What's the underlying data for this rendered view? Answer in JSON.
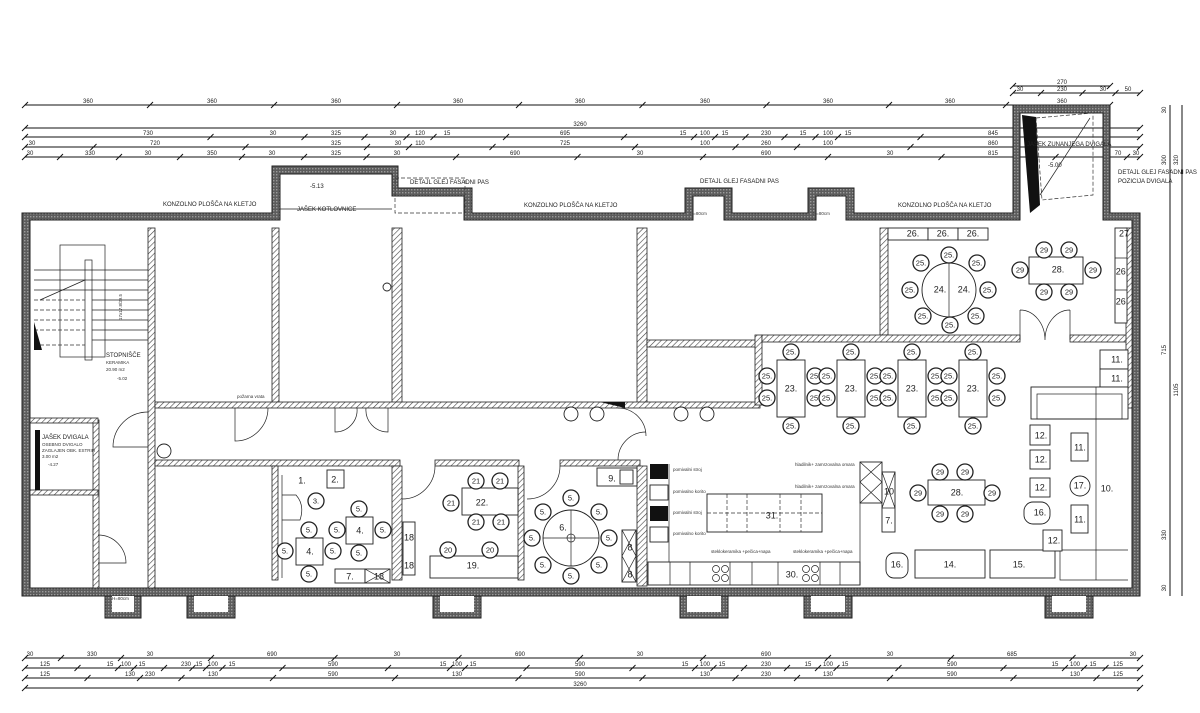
{
  "dimensions": {
    "top_shaft_1": [
      "270"
    ],
    "top_shaft_2": [
      "30",
      "230",
      "30",
      "50"
    ],
    "top_row_1": [
      "360",
      "360",
      "360",
      "360",
      "360",
      "360",
      "360",
      "360",
      "360"
    ],
    "top_row_2": [
      "3260"
    ],
    "top_row_3": [
      "730",
      "30",
      "325",
      "30",
      "120",
      "15",
      "695",
      "15",
      "100",
      "15",
      "230",
      "15",
      "100",
      "15",
      "845"
    ],
    "top_row_4": [
      "30",
      "720",
      "325",
      "30",
      "110",
      "725",
      "100",
      "260",
      "100",
      "860"
    ],
    "top_row_5": [
      "30",
      "330",
      "30",
      "350",
      "30",
      "325",
      "30",
      "690",
      "30",
      "690",
      "30",
      "815",
      "70",
      "30"
    ],
    "bottom_row_1": [
      "30",
      "330",
      "30",
      "690",
      "30",
      "690",
      "30",
      "690",
      "30",
      "685",
      "30"
    ],
    "bottom_row_2": [
      "125",
      "15",
      "100",
      "15",
      "230",
      "15",
      "100",
      "15",
      "590",
      "15",
      "100",
      "15",
      "590",
      "15",
      "100",
      "15",
      "230",
      "15",
      "100",
      "15",
      "590",
      "15",
      "100",
      "15",
      "125"
    ],
    "bottom_row_3": [
      "125",
      "130",
      "230",
      "130",
      "590",
      "130",
      "590",
      "130",
      "230",
      "130",
      "590",
      "130",
      "125"
    ],
    "bottom_row_4": [
      "3260"
    ],
    "right": [
      "30",
      "300",
      "320",
      "715",
      "1105",
      "330",
      "30"
    ]
  },
  "annotations": {
    "cantilever_slab": "KONZOLNO PLOŠČA NA KLETJO",
    "boiler_shaft": "JAŠEK KOTLOVNICE",
    "facade_detail": "DETAJL GLEJ FASADNI PAS",
    "elevator_position": "POZICIJA DVIGALA",
    "external_elevator_shaft": "JAŠEK ZUNANJEGA DVIGALA",
    "boiler_level": "-5.13",
    "ext_elevator_level": "-5.00",
    "window_height": "H=80cm",
    "stair_dims": "17x17.8/29.5",
    "fire_door": "požarna vrata"
  },
  "rooms": {
    "stairwell": {
      "name": "STOPNIŠČE",
      "floor": "KERAMIKA",
      "area": "20.90 m2",
      "level": "-5.02"
    },
    "elevator": {
      "name": "JAŠEK DVIGALA",
      "type": "OSEBNO DVIGALO",
      "floor": "ZAGLAJEN OBK. ESTRIH",
      "area": "3.00 m2",
      "level": "-4.27"
    }
  },
  "kitchen_labels": {
    "dishwasher": "pomivalni stroj",
    "sink": "pomivalno korito",
    "fridge": "hladilnik+ zamrzovalna omara",
    "stove": "steklokeramika +pečica+napa"
  },
  "furniture": {
    "i1": "1.",
    "i2": "2.",
    "i3": "3.",
    "i4": "4.",
    "i6": "6.",
    "i7": "7.",
    "i8": "8",
    "i9": "9.",
    "i10": "10.",
    "i10b": "10",
    "i11": "11.",
    "i12": "12.",
    "i14": "14.",
    "i15": "15.",
    "i16": "16.",
    "i17": "17.",
    "i18": "18",
    "i19": "19.",
    "i22": "22.",
    "i23": "23.",
    "i24": "24.",
    "i26": "26.",
    "i27": "27",
    "i28": "28.",
    "i30": "30.",
    "i31": "31."
  },
  "chairs": {
    "c5": "5.",
    "c20": "20",
    "c21": "21",
    "c25": "25.",
    "c29": "29"
  }
}
